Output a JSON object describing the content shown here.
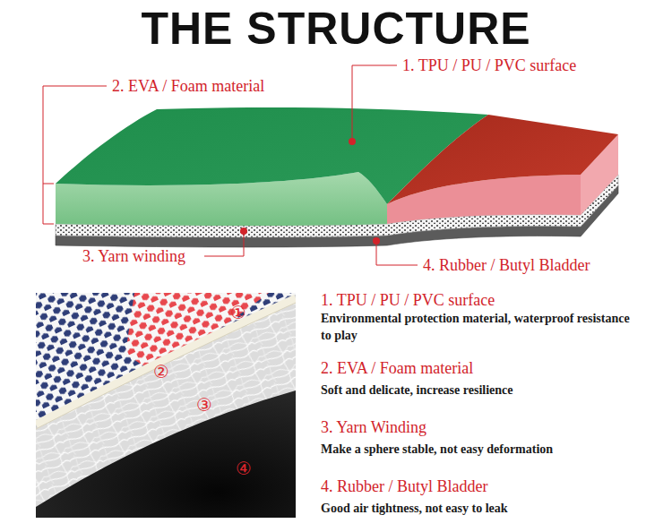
{
  "diagram": {
    "title": "THE STRUCTURE",
    "labels": [
      "1. TPU / PU / PVC surface",
      "2. EVA / Foam material",
      "3. Yarn winding",
      "4. Rubber / Butyl Bladder",
      "①",
      "②",
      "③",
      "④",
      "1. TPU / PU / PVC surface",
      "Environmental protection material, waterproof resistance to play",
      "2. EVA / Foam material",
      "Soft and delicate, increase resilience",
      "3. Yarn Winding",
      "Make a sphere stable, not easy deformation",
      "4. Rubber / Butyl Bladder",
      "Good air tightness, not easy to leak"
    ]
  }
}
